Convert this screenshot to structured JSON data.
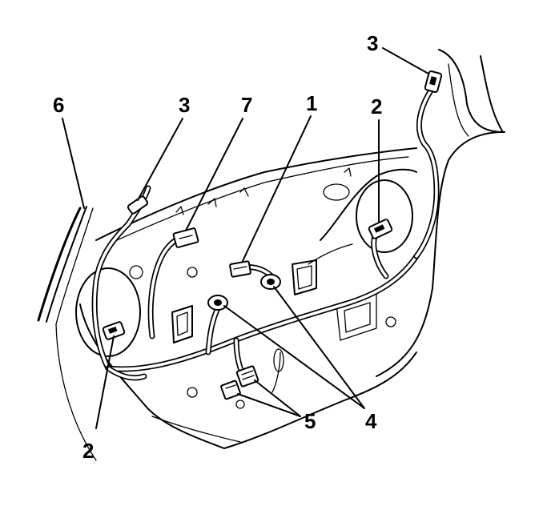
{
  "callouts": {
    "c1": "1",
    "c2_left": "2",
    "c2_right": "2",
    "c3_left": "3",
    "c3_right": "3",
    "c4": "4",
    "c5": "5",
    "c6": "6",
    "c7": "7"
  }
}
